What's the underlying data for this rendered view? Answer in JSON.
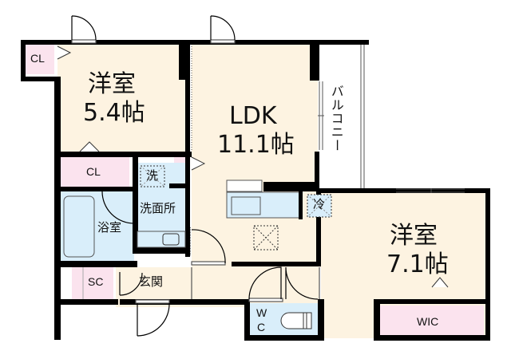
{
  "floor_plan": {
    "layout_type": "2LDK",
    "colors": {
      "room_floor": "#fdf3e1",
      "wet_area": "#d9eefa",
      "storage": "#fbe3ee",
      "wall": "#000000",
      "balcony": "#ffffff"
    },
    "rooms": [
      {
        "id": "western-room-1",
        "name": "洋室",
        "size": "5.4帖"
      },
      {
        "id": "ldk",
        "name": "LDK",
        "size": "11.1帖"
      },
      {
        "id": "western-room-2",
        "name": "洋室",
        "size": "7.1帖"
      }
    ],
    "labels": {
      "room1_name": "洋室",
      "room1_size": "5.4帖",
      "ldk_name": "LDK",
      "ldk_size": "11.1帖",
      "room2_name": "洋室",
      "room2_size": "7.1帖",
      "balcony": "バルコニー",
      "closet_top": "CL",
      "closet_mid": "CL",
      "washer": "洗",
      "washroom": "洗面所",
      "bathroom": "浴室",
      "fridge": "冷",
      "shoe_closet": "SC",
      "entrance": "玄関",
      "wc_line1": "W",
      "wc_line2": "C",
      "walk_in_closet": "WIC"
    }
  }
}
